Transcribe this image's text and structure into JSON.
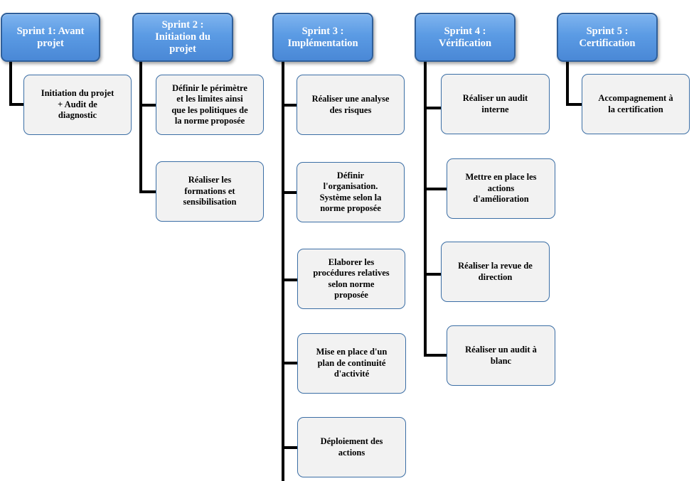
{
  "sprints": [
    {
      "title": "Sprint 1: Avant\nprojet",
      "tasks": [
        "Initiation du projet\n+ Audit de\ndiagnostic"
      ]
    },
    {
      "title": "Sprint 2 :\nInitiation du\nprojet",
      "tasks": [
        "Définir le périmètre\net les limites ainsi\nque les politiques de\nla norme proposée",
        "Réaliser les\nformations et\nsensibilisation"
      ]
    },
    {
      "title": "Sprint 3 :\nImplémentation",
      "tasks": [
        "Réaliser une analyse\ndes risques",
        "Définir\nl'organisation.\nSystème selon la\nnorme proposée",
        "Elaborer les\nprocédures relatives\nselon norme\nproposée",
        "Mise en place d'un\nplan de continuité\nd'activité",
        "Déploiement des\nactions"
      ]
    },
    {
      "title": "Sprint 4 :\nVérification",
      "tasks": [
        "Réaliser un audit\ninterne",
        "Mettre en place les\nactions\nd'amélioration",
        "Réaliser la revue de\ndirection",
        "Réaliser un audit à\nblanc"
      ]
    },
    {
      "title": "Sprint 5 :\nCertification",
      "tasks": [
        "Accompagnement à\nla certification"
      ]
    }
  ]
}
